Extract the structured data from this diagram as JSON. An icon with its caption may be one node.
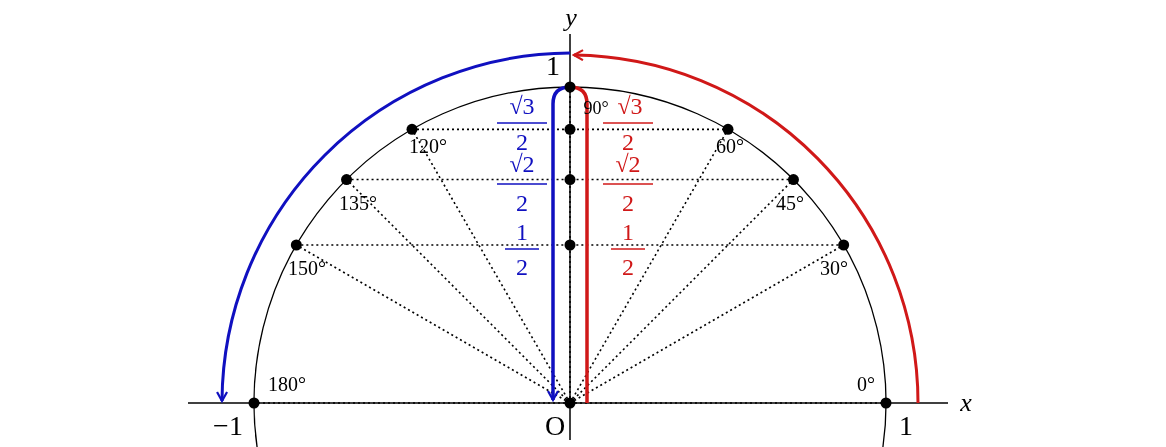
{
  "diagram": {
    "labels": [
      "y",
      "1",
      "√3",
      "90°",
      "√3",
      "120°",
      "2",
      "2",
      "60°",
      "√2",
      "√2",
      "135°",
      "2",
      "2",
      "45°",
      "1",
      "1",
      "150°",
      "2",
      "2",
      "30°",
      "180°",
      "0°",
      "x",
      "−1",
      "O",
      "1"
    ]
  }
}
